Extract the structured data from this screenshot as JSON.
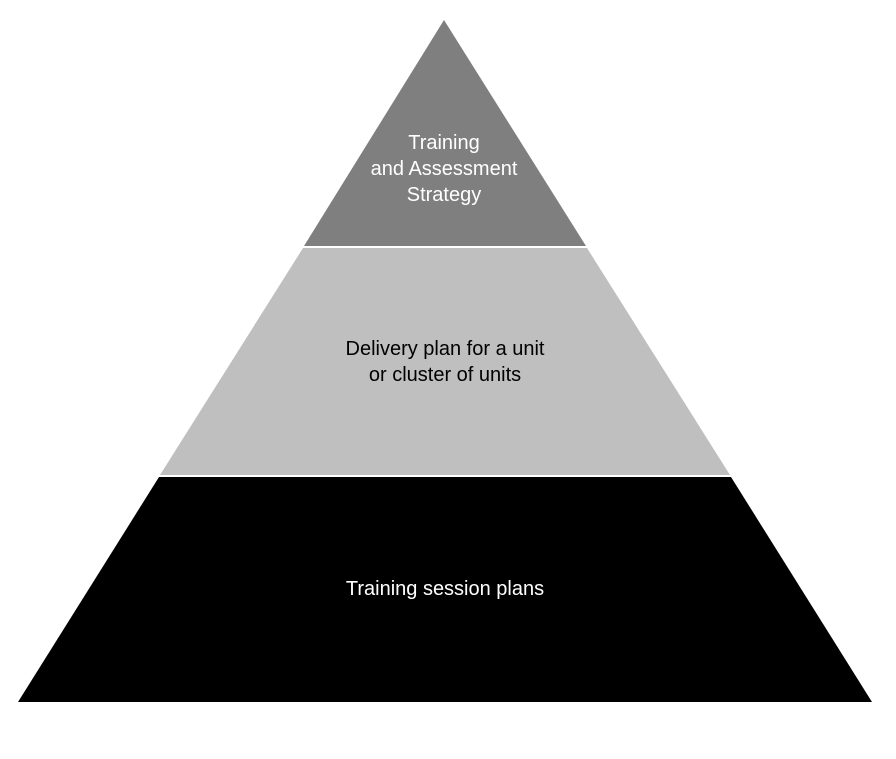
{
  "pyramid": {
    "tiers": [
      {
        "lines": [
          "Training",
          "and Assessment",
          "Strategy"
        ],
        "fill": "#7f7f7f",
        "text_color": "#ffffff"
      },
      {
        "lines": [
          "Delivery plan for a unit",
          "or cluster of units"
        ],
        "fill": "#bfbfbf",
        "text_color": "#000000"
      },
      {
        "lines": [
          "Training session plans"
        ],
        "fill": "#000000",
        "text_color": "#ffffff"
      }
    ]
  }
}
